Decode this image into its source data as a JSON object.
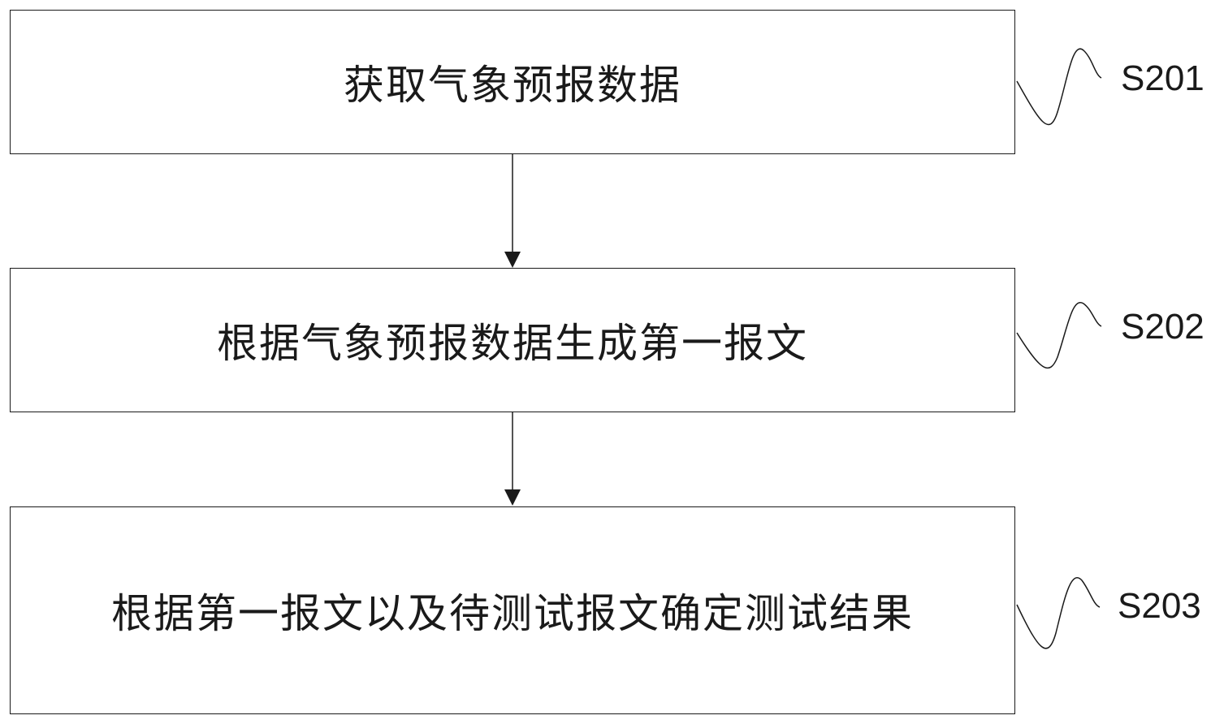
{
  "steps": [
    {
      "text": "获取气象预报数据",
      "label": "S201"
    },
    {
      "text": "根据气象预报数据生成第一报文",
      "label": "S202"
    },
    {
      "text": "根据第一报文以及待测试报文确定测试结果",
      "label": "S203"
    }
  ]
}
